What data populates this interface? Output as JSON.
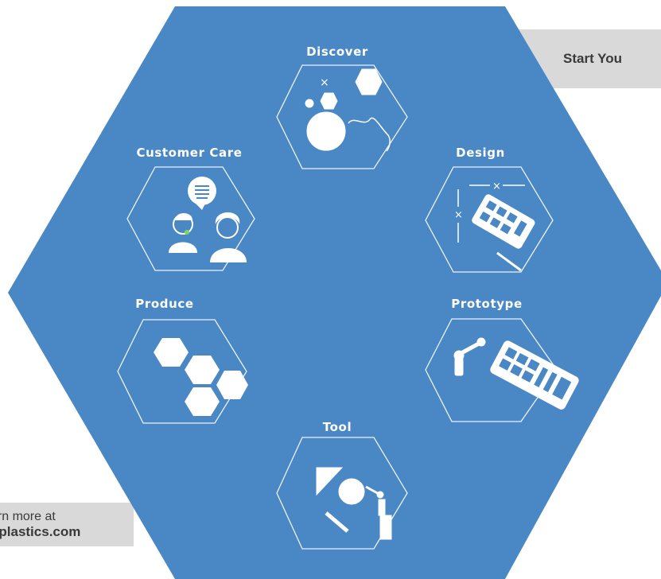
{
  "callouts": {
    "top_right": "Start You",
    "bottom_left_line1": "arn more at",
    "bottom_left_line2": "oplastics.com"
  },
  "stages": [
    {
      "label": "Discover",
      "icon": "discover-shapes-icon"
    },
    {
      "label": "Design",
      "icon": "design-blueprint-icon"
    },
    {
      "label": "Prototype",
      "icon": "prototype-robot-arm-icon"
    },
    {
      "label": "Tool",
      "icon": "tool-shapes-icon"
    },
    {
      "label": "Produce",
      "icon": "produce-hexagons-icon"
    },
    {
      "label": "Customer Care",
      "icon": "customer-care-people-icon"
    }
  ],
  "colors": {
    "hexagon_fill": "#4a87c5",
    "line": "#ffffff",
    "callout_bg": "#d9d9d9"
  }
}
